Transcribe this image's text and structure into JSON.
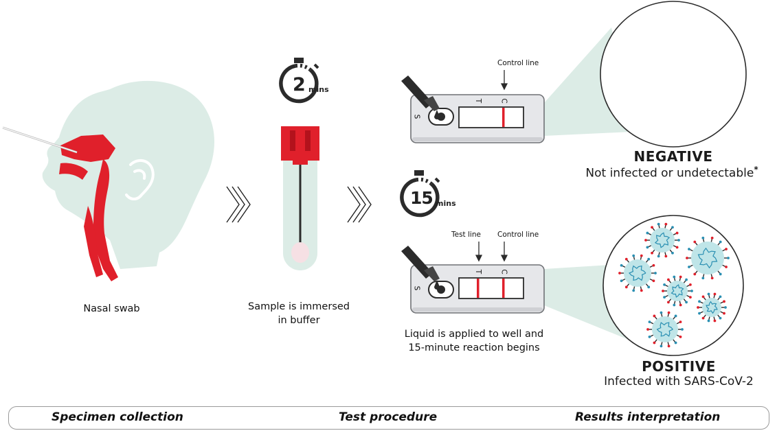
{
  "steps": {
    "swab_label": "Nasal swab",
    "immerse_label_line1": "Sample is immersed",
    "immerse_label_line2": "in buffer",
    "apply_label_line1": "Liquid is applied to well and",
    "apply_label_line2": "15-minute reaction begins"
  },
  "timers": {
    "first": {
      "number": "2",
      "unit": "mins"
    },
    "second": {
      "number": "15",
      "unit": "mins"
    }
  },
  "cassette": {
    "sample_well_letter": "S",
    "test_letter": "T",
    "control_letter": "C",
    "control_line_label": "Control line",
    "test_line_label": "Test line"
  },
  "results": {
    "negative_title": "NEGATIVE",
    "negative_subtitle": "Not infected or undetectable",
    "negative_footnote_mark": "*",
    "positive_title": "POSITIVE",
    "positive_subtitle": "Infected with SARS-CoV-2"
  },
  "phases": {
    "collection": "Specimen collection",
    "procedure": "Test procedure",
    "interpretation": "Results interpretation"
  },
  "colors": {
    "red": "#e0202b",
    "mint": "#dceee8",
    "cassette": "#e6e7ea",
    "virus_body": "#bfe5e8",
    "virus_rna": "#2a8fb2",
    "dark": "#2b2b2b"
  }
}
